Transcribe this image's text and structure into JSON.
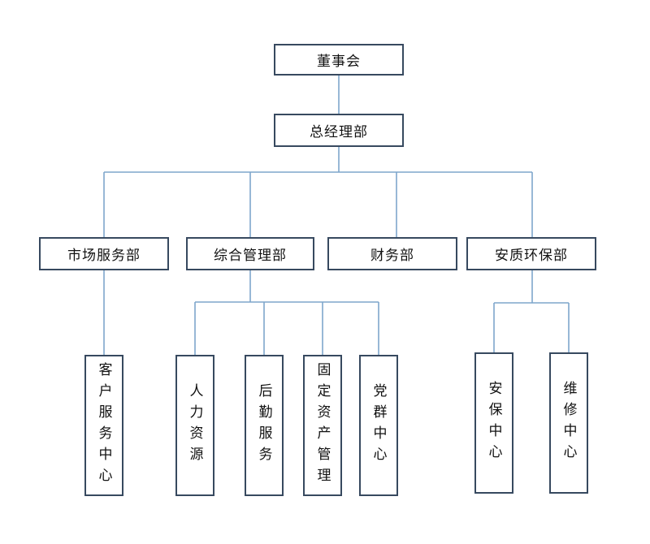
{
  "colors": {
    "box_border": "#37495f",
    "connector": "#7ea6cc",
    "text": "#111111",
    "background": "#ffffff"
  },
  "chart": {
    "board": "董事会",
    "gm_office": "总经理部",
    "departments": {
      "market": "市场服务部",
      "admin": "综合管理部",
      "finance": "财务部",
      "safety": "安质环保部"
    },
    "units": {
      "customer_service": "客户服务中心",
      "hr": "人力资源",
      "logistics": "后勤服务",
      "fixed_assets": "固定资产管理",
      "party": "党群中心",
      "safety_center": "安保中心",
      "maintenance": "维修中心"
    }
  }
}
